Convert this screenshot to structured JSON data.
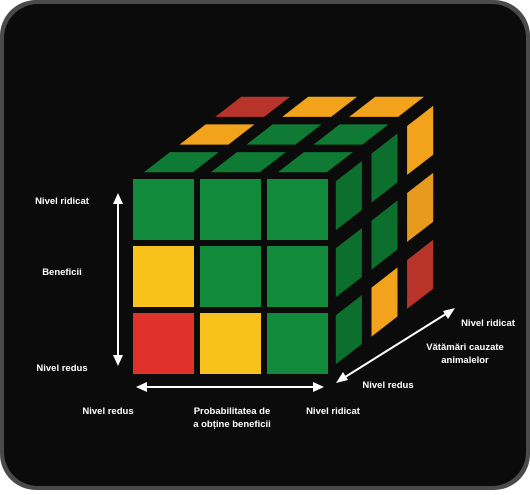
{
  "colors": {
    "frame_outer": "#4a4a4a",
    "background": "#0b0b0b",
    "green": "#128a3c",
    "green_top": "#0f7a33",
    "green_side": "#0d6f2d",
    "yellow": "#f7c21c",
    "orange": "#f2a31b",
    "orange_side": "#e79a1d",
    "red": "#e0312a",
    "red_side": "#b8342a",
    "text": "#ffffff"
  },
  "cube": {
    "front_rows_top_to_bottom": [
      [
        "green",
        "green",
        "green"
      ],
      [
        "yellow",
        "green",
        "green"
      ],
      [
        "red",
        "yellow",
        "green"
      ]
    ]
  },
  "vertical_axis": {
    "top_label": "Nivel ridicat",
    "middle_label": "Beneficii",
    "bottom_label": "Nivel redus"
  },
  "horizontal_axis": {
    "left_label": "Nivel redus",
    "middle_label_line1": "Probabilitatea de",
    "middle_label_line2": "a obține beneficii",
    "right_label": "Nivel ridicat"
  },
  "depth_axis": {
    "far_label": "Nivel ridicat",
    "middle_label_line1": "Vătămări cauzate",
    "middle_label_line2": "animalelor",
    "near_label": "Nivel redus"
  }
}
